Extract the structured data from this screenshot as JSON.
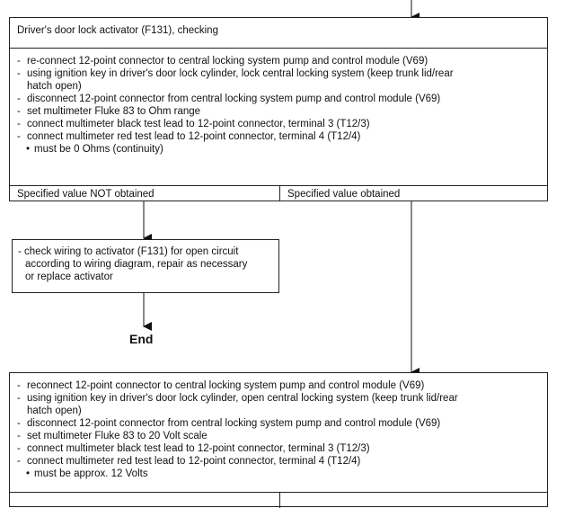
{
  "box1": {
    "title": "Driver's door lock activator (F131), checking",
    "steps": [
      "re-connect 12-point connector to central locking system pump and control module (V69)",
      "using ignition key in driver's door lock cylinder, lock central locking system (keep trunk lid/rear",
      "hatch open)",
      "disconnect 12-point connector from central locking system pump and control module (V69)",
      "set multimeter Fluke 83 to Ohm range",
      "connect multimeter black test lead to 12-point connector, terminal 3 (T12/3)",
      "connect multimeter red test lead to 12-point connector, terminal 4 (T12/4)"
    ],
    "result": "must be 0 Ohms (continuity)",
    "not_obtained": "Specified value NOT obtained",
    "obtained": "Specified value obtained"
  },
  "box2": {
    "lines": [
      "- check wiring to activator (F131) for open circuit",
      "according to wiring diagram, repair as necessary",
      "or replace activator"
    ]
  },
  "end_label": "End",
  "box3": {
    "steps": [
      "reconnect 12-point connector to central locking system pump and control module (V69)",
      "using ignition key in driver's door lock cylinder, open central locking system (keep trunk lid/rear",
      "hatch open)",
      "disconnect 12-point connector from central locking system pump and control  module (V69)",
      "set multimeter Fluke 83 to 20 Volt scale",
      "connect multimeter black test lead to 12-point connector, terminal 3 (T12/3)",
      "connect multimeter red test lead to 12-point connector, terminal 4 (T12/4)"
    ],
    "result": "must be approx. 12 Volts"
  }
}
